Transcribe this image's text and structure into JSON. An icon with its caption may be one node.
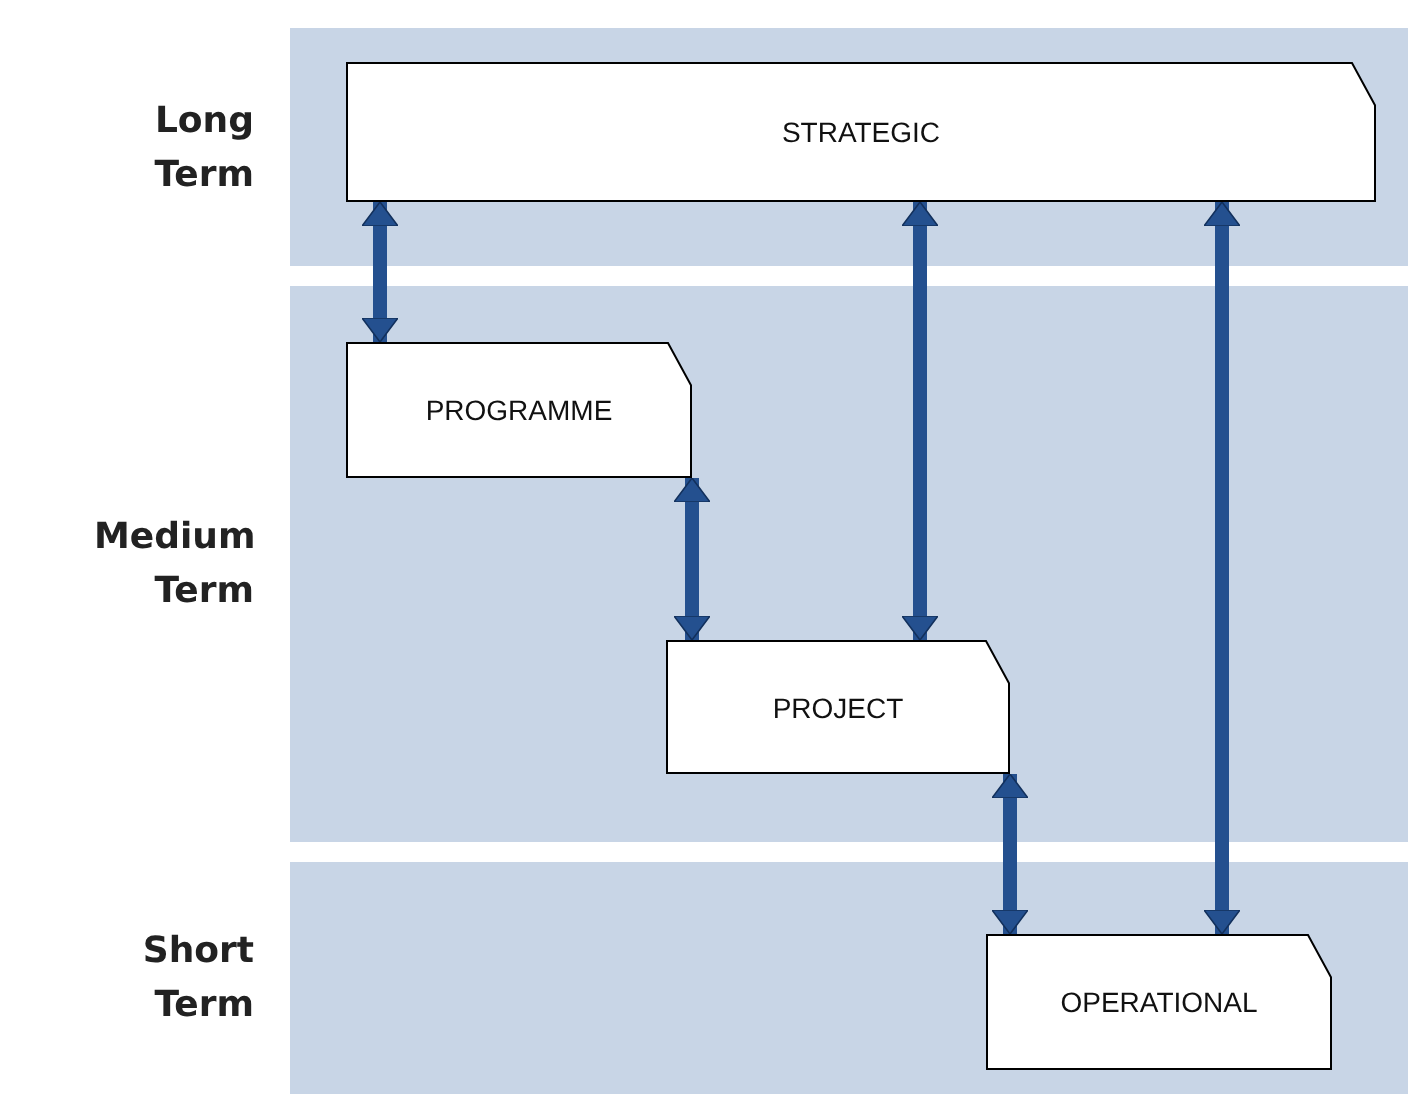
{
  "diagram": {
    "nodes": [
      {
        "text": [
          "Long Term"
        ]
      },
      {
        "text": [
          "STRATEGIC"
        ],
        "in": 0
      },
      {
        "text": [
          "Medium Term"
        ]
      },
      {
        "text": [
          "PROGRAMME"
        ],
        "in": 2
      },
      {
        "text": [
          "PROJECT"
        ],
        "in": 2
      },
      {
        "text": [
          "Short Term"
        ]
      },
      {
        "text": [
          "OPERATIONAL"
        ],
        "in": 5
      }
    ],
    "edges": [
      {
        "from": 1,
        "to": 3,
        "arrow": "both"
      },
      {
        "from": 1,
        "to": 4,
        "arrow": "both"
      },
      {
        "from": 1,
        "to": 6,
        "arrow": "both"
      },
      {
        "from": 3,
        "to": 4,
        "arrow": "both"
      },
      {
        "from": 4,
        "to": 6,
        "arrow": "both"
      }
    ]
  }
}
